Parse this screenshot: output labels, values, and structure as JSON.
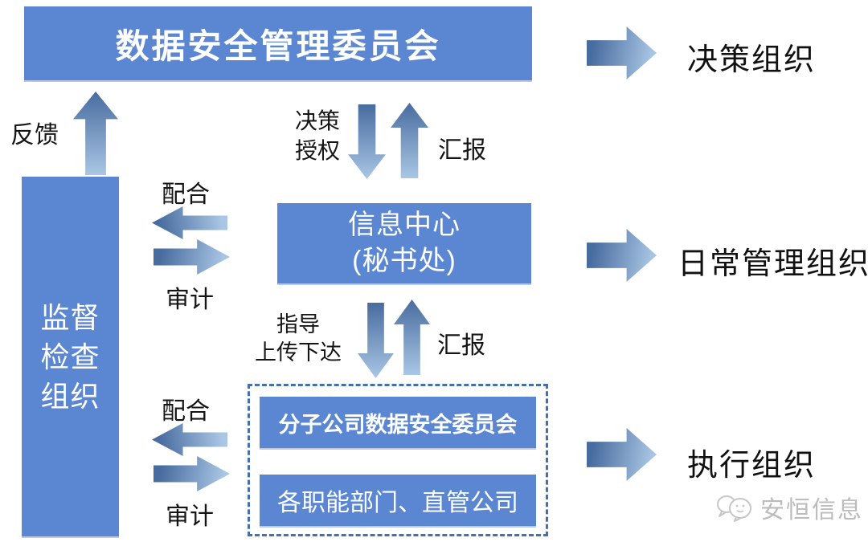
{
  "colors": {
    "node_fill": "#5b87d2",
    "node_text": "#ffffff",
    "arrow_dark": "#486c9f",
    "arrow_light": "#a9c6e4",
    "dashed_border": "#4470af",
    "label_text": "#151515",
    "watermark_gray": "#bcbcbc"
  },
  "nodes": {
    "committee": "数据安全管理委员会",
    "info_center": {
      "line1": "信息中心",
      "line2": "(秘书处)"
    },
    "supervision": {
      "line1": "监督",
      "line2": "检查",
      "line3": "组织"
    },
    "subsidiary_committee": "分子公司数据安全委员会",
    "departments": "各职能部门、直管公司"
  },
  "flow_labels": {
    "feedback": "反馈",
    "decision_authorization": {
      "line1": "决策",
      "line2": "授权"
    },
    "report_upper": "汇报",
    "cooperate_upper": "配合",
    "audit_upper": "审计",
    "guidance": {
      "line1": "指导",
      "line2": "上传下达"
    },
    "report_middle": "汇报",
    "cooperate_lower": "配合",
    "audit_lower": "审计"
  },
  "org_types": {
    "decision": "决策组织",
    "daily_management": "日常管理组织",
    "execution": "执行组织"
  },
  "watermark": {
    "brand": "安恒信息"
  }
}
